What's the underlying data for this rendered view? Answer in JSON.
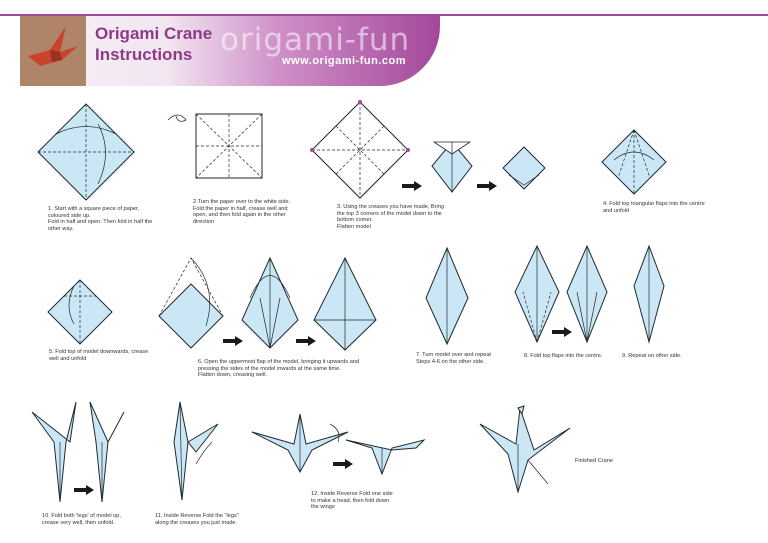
{
  "header": {
    "title_line1": "Origami Crane",
    "title_line2": "Instructions",
    "brand": "origami-fun",
    "url": "www.origami-fun.com"
  },
  "steps": {
    "s1": [
      "1. Start with a square piece of paper, coloured side up.",
      "Fold in half and open. Then fold in half the other way."
    ],
    "s2": [
      "2.Turn the paper over to the white side.",
      "Fold the paper in half, crease well  and open,  and then fold again in the other direction"
    ],
    "s3": [
      "3.   Using the creases you have made, Bring the top 3 corners of the model down to the bottom corner.",
      "Flatten model"
    ],
    "s4": [
      "4.  Fold top triangular flaps into the centre and unfold"
    ],
    "s5": [
      "5. Fold top of model downwards, crease well and unfold"
    ],
    "s6": [
      "6.  Open the uppermost flap of the model, bringing it upwards and pressing the sides of the model inwards at the same time.",
      "Flatten down, creasing well."
    ],
    "s7": [
      "7.  Turn model over and repeat Steps 4-6 on the other side."
    ],
    "s8": [
      "8.  Fold top flaps into the centre."
    ],
    "s9": [
      "9.  Repeat on other side."
    ],
    "s10": [
      "10.  Fold both 'legs' of model up, crease very well, then unfold."
    ],
    "s11": [
      "11.  Inside Reverse Fold the \"legs\" along the creases you just made."
    ],
    "s12": [
      "12.  Inside Reverse Fold one side to make a head, then fold down the wings"
    ],
    "finished": "Finished Crane"
  },
  "colors": {
    "paper": "#cbe6f4",
    "brand_purple": "#8e3b86",
    "banner_end": "#a3489a"
  },
  "icons": [
    "crane-photo",
    "turn-over-icon",
    "step-arrow-icon"
  ]
}
